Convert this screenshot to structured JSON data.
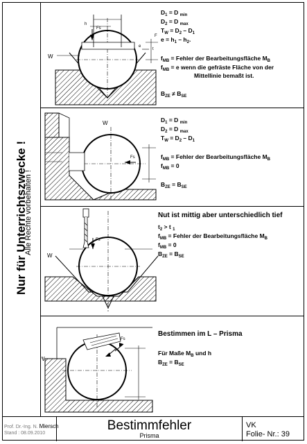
{
  "sidebar": {
    "main": "Nur für Unterrichtszwecke !",
    "sub": "Alle Rechte vorbehalten !"
  },
  "panel1": {
    "l1": {
      "a": "D",
      "s": "1",
      "b": " = D ",
      "s2": "min"
    },
    "l2": {
      "a": "D",
      "s": "2",
      "b": " = D ",
      "s2": "max"
    },
    "l3": {
      "a": "T",
      "s": "W",
      "b": " = D",
      "s2": "2",
      "c": " – D",
      "s3": "1"
    },
    "l4": {
      "a": "e = h",
      "s": "1",
      "b": " – h",
      "s2": "2",
      "c": "."
    },
    "l5": {
      "a": "f",
      "s": "MB",
      "b": "  =  Fehler der Bearbeitungsfläche M",
      "s2": "B"
    },
    "l6": {
      "a": "f",
      "s": "MB",
      "b": "  =  e wenn die gefräste Fläche von der"
    },
    "l7": "Mittellinie bemaßt ist.",
    "l8": {
      "a": "B",
      "s": "ZE",
      "b": " ≠ B",
      "s2": "SE"
    },
    "fig": {
      "w": "W",
      "fs": "Fs",
      "h1": "h",
      "t1": "t",
      "e": "e",
      "ee": "F"
    }
  },
  "panel2": {
    "l1": {
      "a": "D",
      "s": "1",
      "b": " = D ",
      "s2": "min"
    },
    "l2": {
      "a": "D",
      "s": "2",
      "b": " = D ",
      "s2": "max"
    },
    "l3": {
      "a": "T",
      "s": "W",
      "b": " = D",
      "s2": "2",
      "c": " – D",
      "s3": "1"
    },
    "l4": {
      "a": "f",
      "s": "MB",
      "b": "  =  Fehler der Bearbeitungsfläche M",
      "s2": "B"
    },
    "l5": {
      "a": "f",
      "s": "MB",
      "b": "  =  0"
    },
    "l6": {
      "a": "B",
      "s": "ZE",
      "b": " = B",
      "s2": "SE"
    },
    "fig": {
      "w": "W",
      "fs": "Fs"
    }
  },
  "panel3": {
    "heading": "Nut ist mittig aber unterschiedlich tief",
    "l1": {
      "a": "t",
      "s": "2",
      "b": " > t ",
      "s2": "1"
    },
    "l2": {
      "a": "f",
      "s": "MB",
      "b": "  =  Fehler der Bearbeitungsfläche M",
      "s2": "B"
    },
    "l3": {
      "a": "f",
      "s": "MB",
      "b": "  =  0"
    },
    "l4": {
      "a": "B",
      "s": "ZE",
      "b": " = B",
      "s2": "SE"
    },
    "fig": {
      "w": "W",
      "fs": "Fs"
    }
  },
  "panel4": {
    "heading": "Bestimmen im L – Prisma",
    "l1": {
      "a": "Für Maße M",
      "s": "B",
      "b": " und h"
    },
    "l2": {
      "a": "B",
      "s": "ZE",
      "b": " = B",
      "s2": "SE"
    },
    "fig": {
      "w": "W",
      "fs": "Fs"
    }
  },
  "footer": {
    "author_prefix": "Prof. Dr.-Ing. N. ",
    "author_name": "Miersch",
    "stand": "Stand : 08.09.2010",
    "title": "Bestimmfehler",
    "subtitle": "Prisma",
    "vk": "VK",
    "folie": "Folie- Nr.: 39"
  },
  "colors": {
    "line": "#000000",
    "hatch": "#000000",
    "meta_text": "#777777"
  }
}
